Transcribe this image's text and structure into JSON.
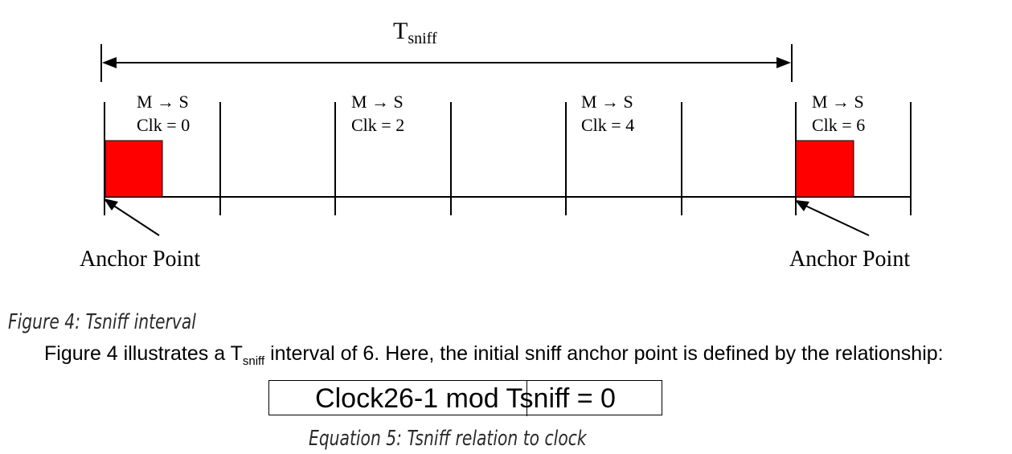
{
  "diagram": {
    "tsniff_label": {
      "main": "T",
      "sub": "sniff"
    },
    "slots": [
      {
        "direction": "M → S",
        "clock": "Clk = 0",
        "highlighted": true
      },
      {
        "direction": "M → S",
        "clock": "Clk = 2",
        "highlighted": false
      },
      {
        "direction": "M → S",
        "clock": "Clk = 4",
        "highlighted": false
      },
      {
        "direction": "M → S",
        "clock": "Clk = 6",
        "highlighted": true
      }
    ],
    "anchor_labels": [
      "Anchor Point",
      "Anchor Point"
    ],
    "highlight_color": "#ff0000"
  },
  "figure_caption": "Figure 4: Tsniff interval",
  "body_text": {
    "before": "Figure 4 illustrates a T",
    "sub": "sniff",
    "after": " interval of 6. Here, the initial sniff anchor point is defined by the relationship:"
  },
  "equation": "Clock26-1 mod Tsniff = 0",
  "equation_caption": "Equation 5: Tsniff relation to clock"
}
